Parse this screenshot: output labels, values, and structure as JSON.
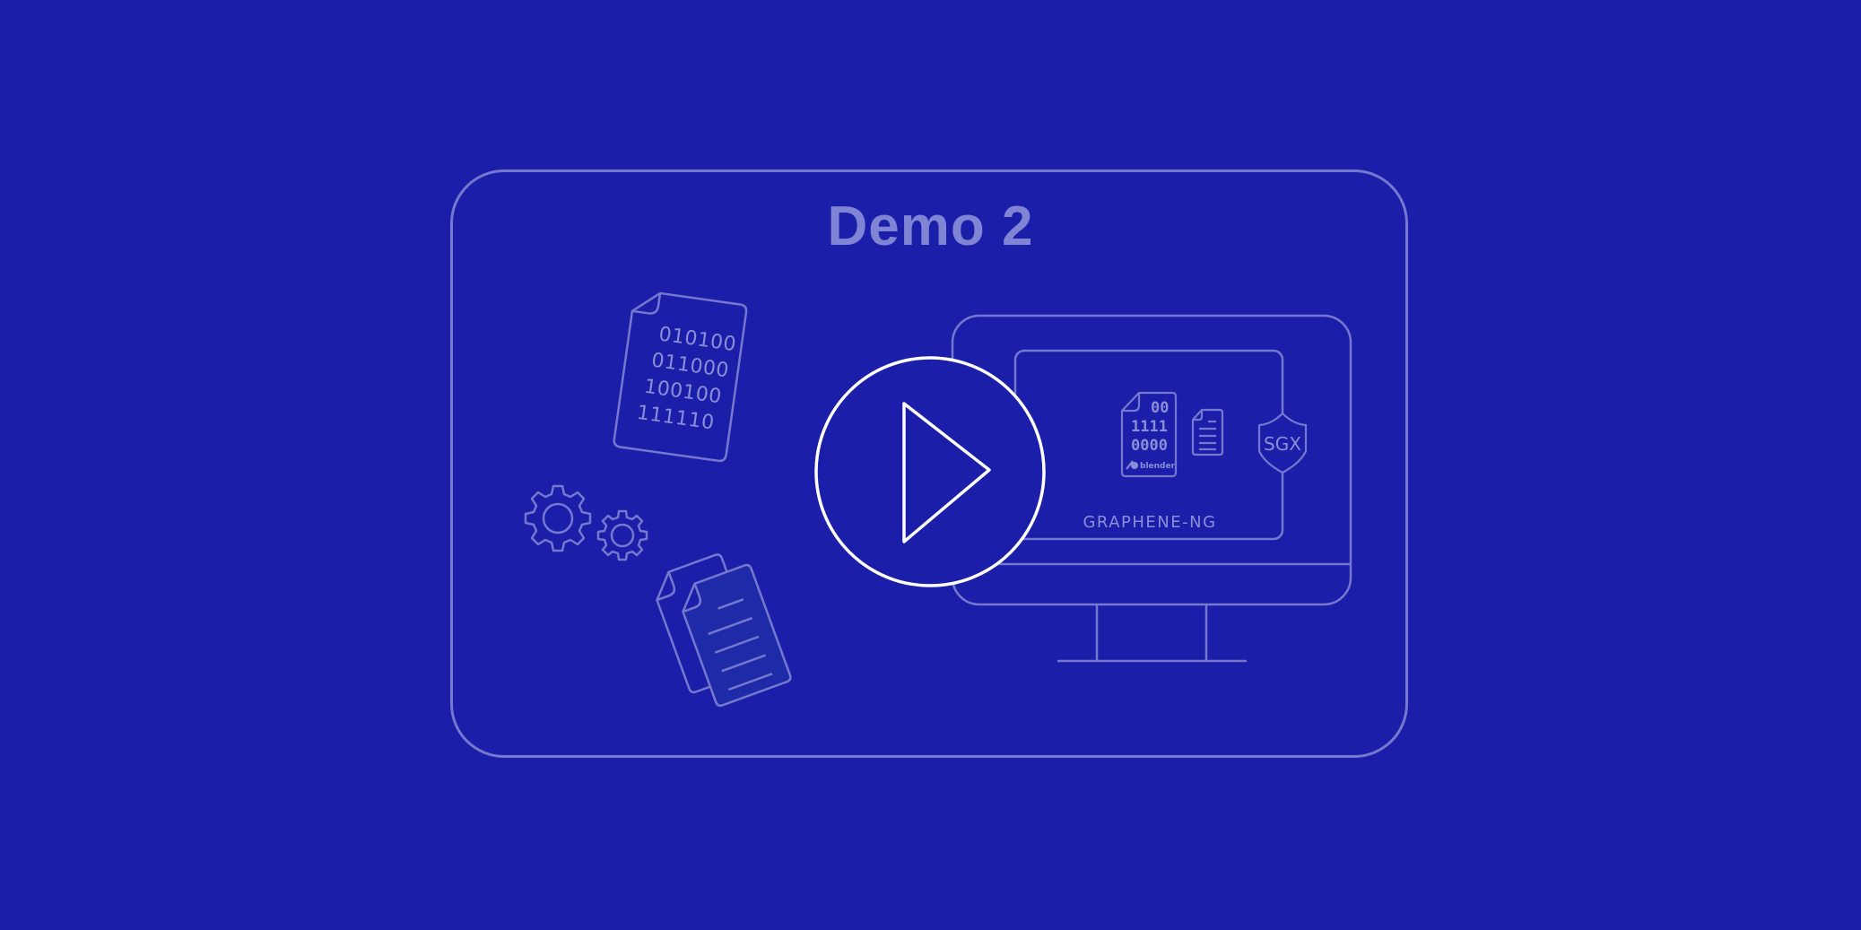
{
  "title": "Demo 2",
  "colors": {
    "background": "#1a1ea8",
    "line": "#7479cf",
    "title": "#8084d4",
    "play": "#ffffff"
  },
  "left_illustrations": {
    "binary_document": {
      "lines": [
        "010100",
        "011000",
        "100100",
        "111110"
      ]
    },
    "gears": {
      "icon": "gears-icon"
    },
    "documents": {
      "icon": "documents-icon"
    }
  },
  "play_button": {
    "icon": "play-icon"
  },
  "monitor": {
    "screen_label": "GRAPHENE-NG",
    "file": {
      "lines": [
        "00",
        "1111",
        "0000"
      ],
      "brand": "blender"
    },
    "shield_label": "SGX"
  }
}
